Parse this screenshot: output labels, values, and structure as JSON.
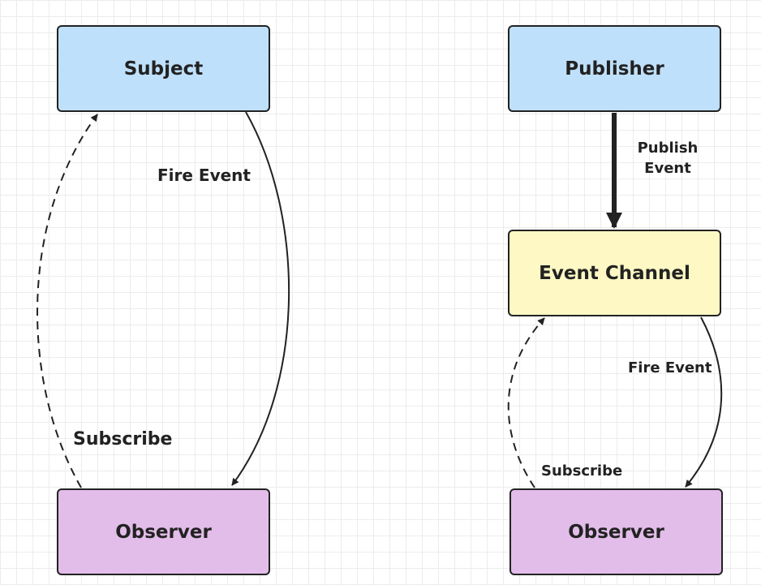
{
  "left_diagram": {
    "subject": "Subject",
    "observer": "Observer",
    "fire_event": "Fire Event",
    "subscribe": "Subscribe"
  },
  "right_diagram": {
    "publisher": "Publisher",
    "publish_event_line1": "Publish",
    "publish_event_line2": "Event",
    "event_channel": "Event Channel",
    "observer": "Observer",
    "fire_event": "Fire Event",
    "subscribe": "Subscribe"
  },
  "colors": {
    "subject_fill": "#bfe0fb",
    "publisher_fill": "#bfe0fb",
    "event_channel_fill": "#fdf8c4",
    "observer_fill": "#e2bde9",
    "stroke": "#222222",
    "grid": "#ececec"
  }
}
